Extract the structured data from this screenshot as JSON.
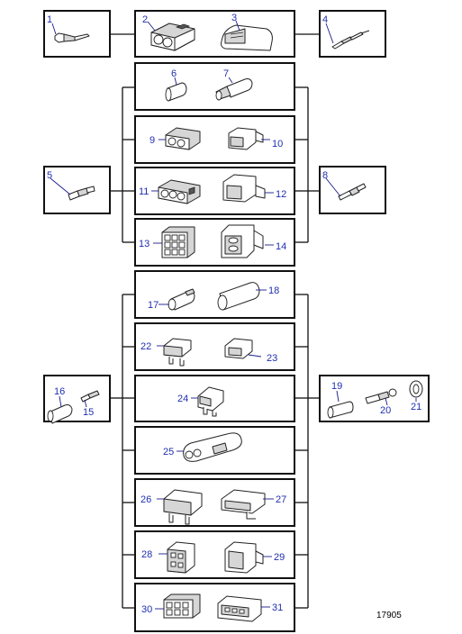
{
  "parts": {
    "p1": "1",
    "p2": "2",
    "p3": "3",
    "p4": "4",
    "p5": "5",
    "p6": "6",
    "p7": "7",
    "p8": "8",
    "p9": "9",
    "p10": "10",
    "p11": "11",
    "p12": "12",
    "p13": "13",
    "p14": "14",
    "p15": "15",
    "p16": "16",
    "p17": "17",
    "p18": "18",
    "p19": "19",
    "p20": "20",
    "p21": "21",
    "p22": "22",
    "p23": "23",
    "p24": "24",
    "p25": "25",
    "p26": "26",
    "p27": "27",
    "p28": "28",
    "p29": "29",
    "p30": "30",
    "p31": "31"
  },
  "reference_number": "17905"
}
